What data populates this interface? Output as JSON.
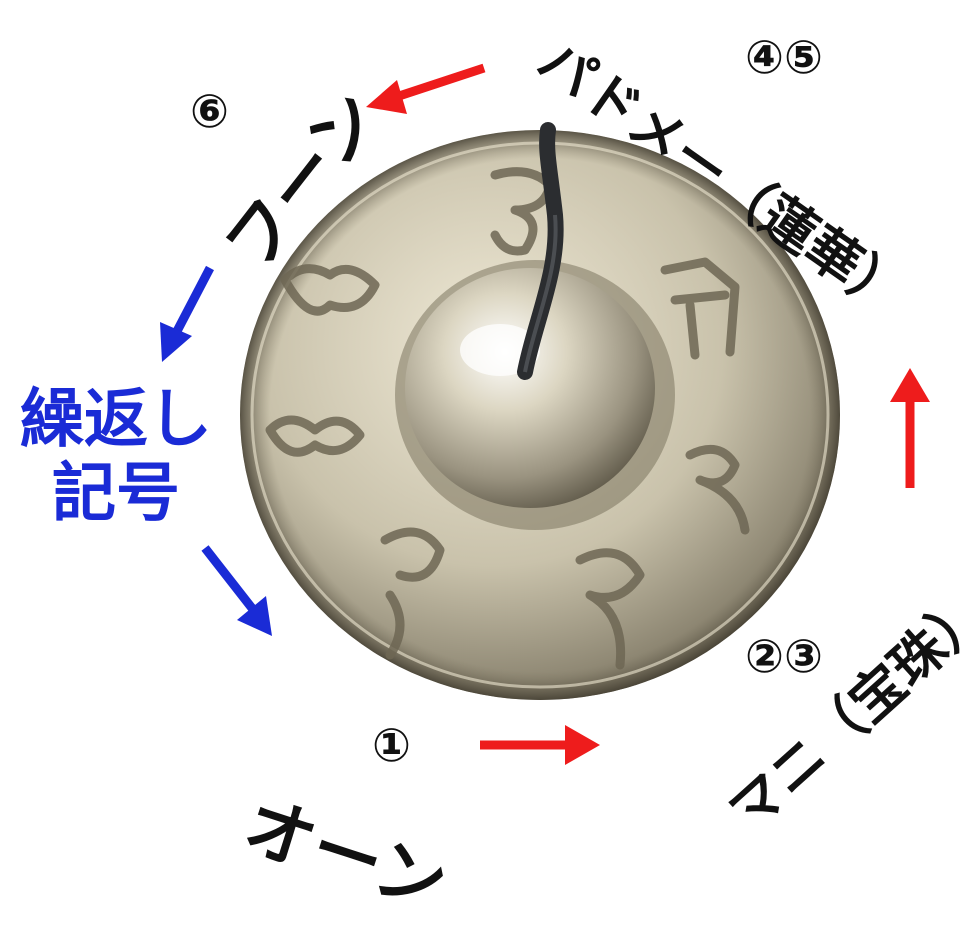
{
  "colors": {
    "red_arrow": "#ee1c1c",
    "blue_arrow": "#1a2bd6",
    "text": "#111111",
    "cymbal": "#cfcab6"
  },
  "labels": {
    "step1": {
      "num": "①",
      "text": "オーン"
    },
    "step23": {
      "num": "②③",
      "text": "マニ（宝珠）"
    },
    "step45": {
      "num": "④⑤",
      "text": "パドメー（蓮華）"
    },
    "step6": {
      "num": "⑥",
      "text": "フーン"
    },
    "repeat_line1": "繰返し",
    "repeat_line2": "記号"
  },
  "icons": [
    "arrow-right-icon",
    "arrow-up-icon",
    "arrow-left-icon",
    "arrow-down-left-icon",
    "arrow-down-right-icon"
  ]
}
